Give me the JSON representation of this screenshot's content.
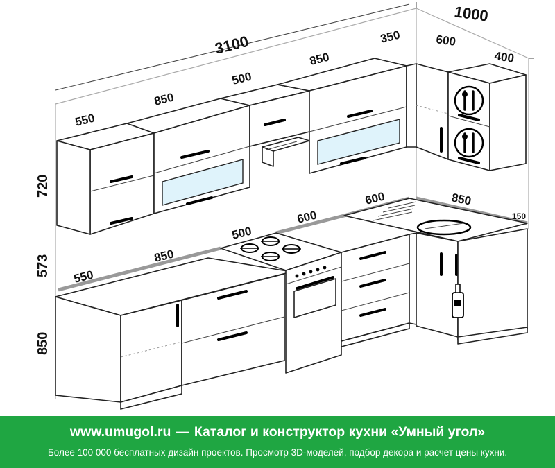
{
  "dimensions": {
    "total_width": "3100",
    "right_depth_total": "1000",
    "upper_550": "550",
    "upper_850_left": "850",
    "upper_500": "500",
    "upper_850_right": "850",
    "upper_350": "350",
    "corner_600": "600",
    "corner_400": "400",
    "height_upper": "720",
    "height_gap": "573",
    "height_base": "850",
    "base_550": "550",
    "base_850": "850",
    "base_500": "500",
    "base_600_left": "600",
    "base_600_right": "600",
    "base_850_right": "850",
    "base_150": "150"
  },
  "footer": {
    "site": "www.umugol.ru",
    "dash": "—",
    "title": "Каталог и конструктор кухни «Умный угол»",
    "subtitle": "Более 100 000 бесплатных дизайн проектов. Просмотр 3D-моделей, подбор декора и расчет цены кухни."
  },
  "colors": {
    "footer_bg": "#1fa642",
    "glass": "#dff3fb",
    "countertop_edge": "#999999"
  }
}
